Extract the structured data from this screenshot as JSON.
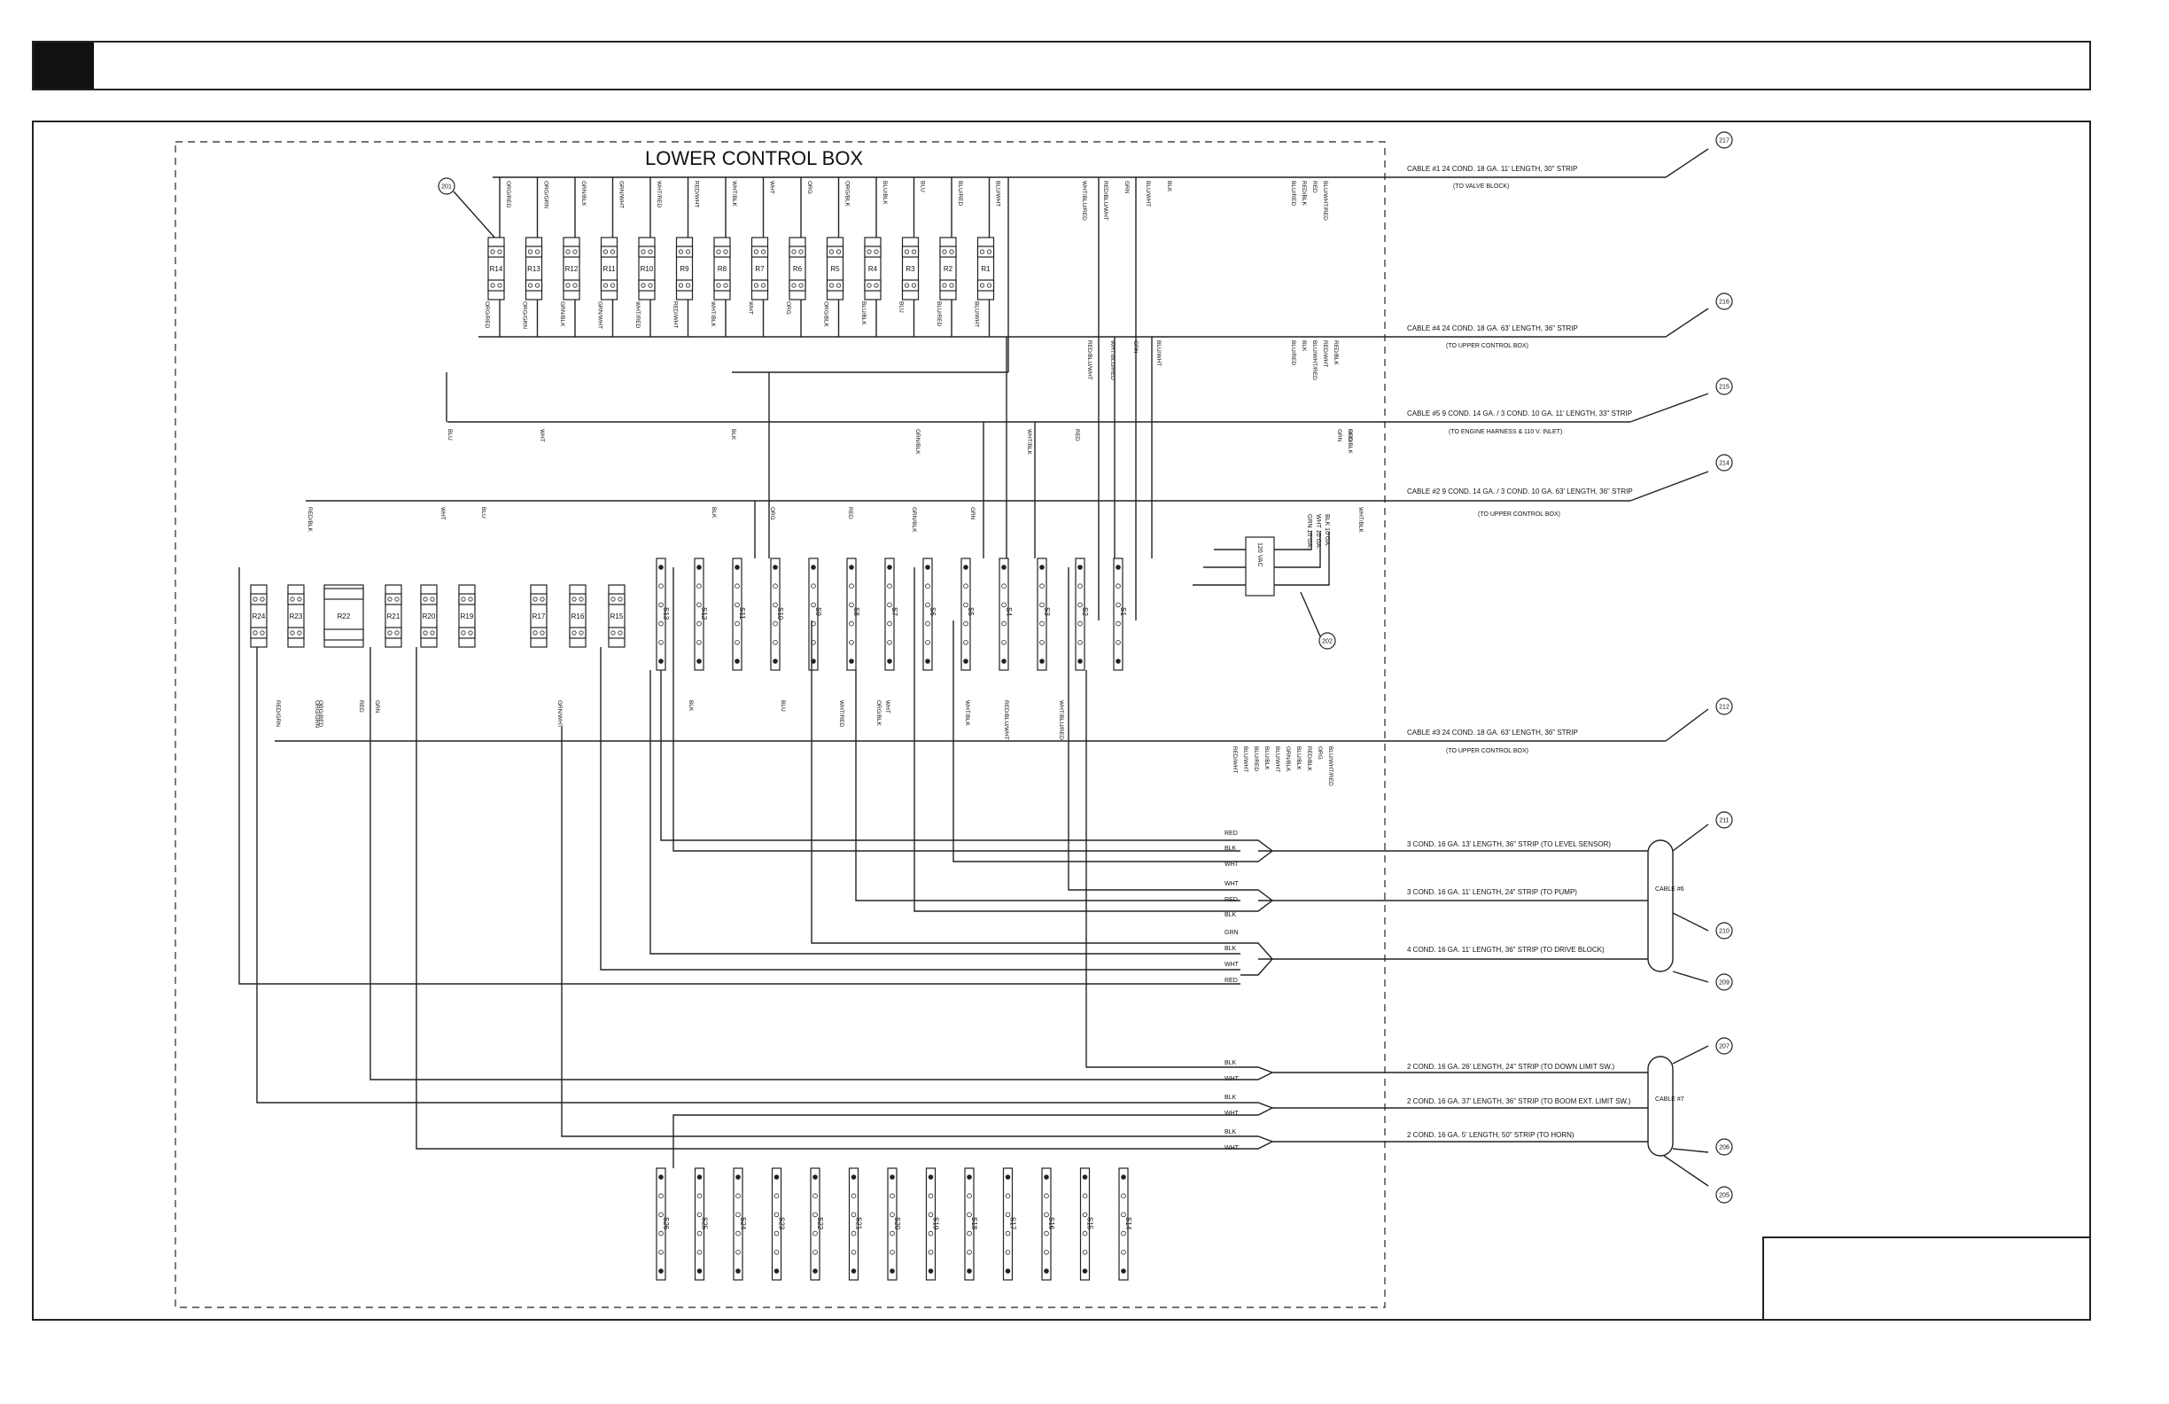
{
  "box_title": "LOWER CONTROL BOX",
  "callouts": [
    "201",
    "202",
    "205",
    "206",
    "207",
    "209",
    "210",
    "211",
    "212",
    "214",
    "215",
    "216",
    "217"
  ],
  "cables": [
    {
      "id": "c217",
      "desc": "CABLE #1  24 COND. 18 GA. 11' LENGTH, 30\" STRIP",
      "dest": "(TO VALVE BLOCK)"
    },
    {
      "id": "c216",
      "desc": "CABLE #4  24 COND. 18 GA. 63' LENGTH, 36\" STRIP",
      "dest": "(TO UPPER CONTROL BOX)"
    },
    {
      "id": "c215",
      "desc": "CABLE #5  9 COND. 14 GA. / 3 COND. 10 GA. 11' LENGTH, 33\" STRIP",
      "dest": "(TO ENGINE HARNESS & 110 V. INLET)"
    },
    {
      "id": "c214",
      "desc": "CABLE #2  9 COND. 14 GA. / 3 COND. 10 GA.  63' LENGTH, 36\" STRIP",
      "dest": "(TO UPPER CONTROL BOX)"
    },
    {
      "id": "c212",
      "desc": "CABLE #3  24 COND. 18 GA. 63' LENGTH, 36\" STRIP",
      "dest": "(TO UPPER CONTROL BOX)"
    }
  ],
  "cable6": {
    "label": "CABLE #6",
    "rows": [
      "3 COND. 16 GA. 13' LENGTH, 36\" STRIP (TO LEVEL SENSOR)",
      "3 COND. 16 GA. 11' LENGTH, 24\" STRIP (TO PUMP)",
      "4 COND. 16 GA. 11' LENGTH, 36\" STRIP  (TO DRIVE BLOCK)"
    ]
  },
  "cable7": {
    "label": "CABLE #7",
    "rows": [
      "2 COND. 16 GA. 26' LENGTH, 24\" STRIP (TO DOWN LIMIT SW.)",
      "2 COND. 16 GA. 37' LENGTH, 36\" STRIP (TO BOOM EXT. LIMIT SW.)",
      "2 COND. 16 GA. 5' LENGTH, 50\" STRIP (TO HORN)"
    ]
  },
  "top_relays": [
    "R14",
    "R13",
    "R12",
    "R11",
    "R10",
    "R9",
    "R8",
    "R7",
    "R6",
    "R5",
    "R4",
    "R3",
    "R2",
    "R1"
  ],
  "top_wires_upper": [
    "ORG/RED",
    "ORG/GRN",
    "GRN/BLK",
    "GRN/WHT",
    "WHT/RED",
    "RED/WHT",
    "WHT/BLK",
    "WHT",
    "ORG",
    "ORG/BLK",
    "BLU/BLK",
    "BLU",
    "BLU/RED",
    "BLU/WHT"
  ],
  "top_wires_lower": [
    "ORG/RED",
    "ORG/GRN",
    "GRN/BLK",
    "GRN/WHT",
    "WHT/RED",
    "RED/WHT",
    "WHT/BLK",
    "WHT",
    "ORG",
    "ORG/BLK",
    "BLU/BLK",
    "BLU",
    "BLU/RED",
    "BLU/WHT"
  ],
  "mid_relays": [
    "R24",
    "R23",
    "R22",
    "R21",
    "R20",
    "R19",
    "R17",
    "R16",
    "R15"
  ],
  "mid_switches": [
    "S13",
    "S12",
    "S11",
    "S10",
    "S9",
    "S8",
    "S7",
    "S6",
    "S5",
    "S4",
    "S3",
    "S2",
    "S1"
  ],
  "bottom_switches": [
    "S26",
    "S25",
    "S24",
    "S23",
    "S22",
    "S21",
    "S20",
    "S19",
    "S18",
    "S17",
    "S16",
    "S15",
    "S14"
  ],
  "outlet_label": "120 VAC",
  "outlet_wires": [
    "GRN 10 GA.",
    "WHT 10 GA.",
    "BLK 10 GA."
  ],
  "cable_wire_labels": {
    "c217": [
      "BLU/RED",
      "RED/BLK",
      "RED",
      "BLU/WHT/RED"
    ],
    "c216": [
      "BLU/RED",
      "BLK",
      "BLU/WHT/RED",
      "RED/WHT",
      "RED/BLK"
    ],
    "c216_left": [
      "RED/BLU/WHT",
      "WHT/BLU/RED",
      "GRN",
      "BLU/WHT"
    ],
    "c215": [
      "GRN",
      "ORG",
      "WHT/BLK",
      "RED",
      "BLU",
      "WHT",
      "BLK",
      "GRN/BLK",
      "RED/BLK"
    ],
    "c214": [
      "RED/BLK",
      "WHT",
      "BLU",
      "BLK",
      "ORG",
      "RED",
      "GRN/BLK",
      "GRN",
      "WHT/BLK"
    ],
    "c212": [
      "RED/GRN",
      "ORG/GRN",
      "ORG/RED",
      "RED",
      "GRN",
      "GRN/WHT",
      "BLK",
      "BLU",
      "WHT/RED",
      "ORG/BLK",
      "WHT",
      "WHT/BLK",
      "RED/BLU/WHT",
      "WHT/BLU/RED"
    ],
    "c212_right": [
      "RED/WHT",
      "BLU/WHT",
      "BLU/RED",
      "BLU/BLK",
      "BLU/WHT",
      "GRN/BLK",
      "BLU/BLK",
      "RED/BLK",
      "ORG",
      "BLU/WHT/RED"
    ],
    "top_drops": [
      "WHT/BLU/RED",
      "RED/BLU/WHT",
      "GRN",
      "BLU/WHT",
      "BLK"
    ]
  },
  "harness_wires": {
    "level_sensor": [
      "RED",
      "BLK",
      "WHT"
    ],
    "pump": [
      "WHT",
      "RED",
      "BLK"
    ],
    "drive_block": [
      "GRN",
      "BLK",
      "WHT",
      "RED"
    ],
    "down_limit": [
      "BLK",
      "WHT"
    ],
    "boom_ext": [
      "BLK",
      "WHT"
    ],
    "horn": [
      "BLK",
      "WHT"
    ]
  }
}
